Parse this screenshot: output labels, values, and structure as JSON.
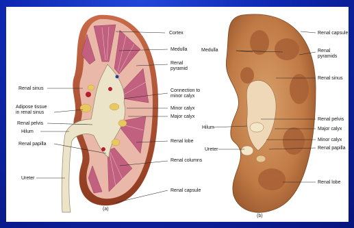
{
  "colors": {
    "background_blue": "#0d27b0",
    "medulla_pink": "#c46a86",
    "cortex_peach": "#e8b7a8",
    "capsule_brown": "#a34b2c",
    "pelvis_cream": "#ece4c8",
    "fat_yellow": "#e8c860",
    "specimen_tan": "#c98a56"
  },
  "figure_a": {
    "caption": "(a)",
    "labels": {
      "cortex": "Cortex",
      "medulla": "Medulla",
      "renal_pyramid": "Renal\npyramid",
      "renal_sinus": "Renal sinus",
      "adipose_tissue": "Adipose tissue\nin renal sinus",
      "renal_pelvis": "Renal pelvis",
      "hilum": "Hilum",
      "renal_papilla": "Renal papilla",
      "ureter": "Ureter",
      "connection_minor_calyx": "Connection to\nminor calyx",
      "minor_calyx": "Minor calyx",
      "major_calyx": "Major calyx",
      "renal_lobe": "Renal lobe",
      "renal_columns": "Renal columns",
      "renal_capsule": "Renal capsule"
    }
  },
  "figure_b": {
    "caption": "(b)",
    "labels": {
      "renal_capsule": "Renal capsule",
      "medulla": "Medulla",
      "renal_pyramids": "Renal\npyramids",
      "renal_sinus": "Renal sinus",
      "hilum": "Hilum",
      "renal_pelvis": "Renal pelvis",
      "major_calyx": "Major calyx",
      "ureter": "Ureter",
      "minor_calyx": "Minor calyx",
      "renal_papilla": "Renal papilla",
      "renal_lobe": "Renal lobe"
    }
  }
}
